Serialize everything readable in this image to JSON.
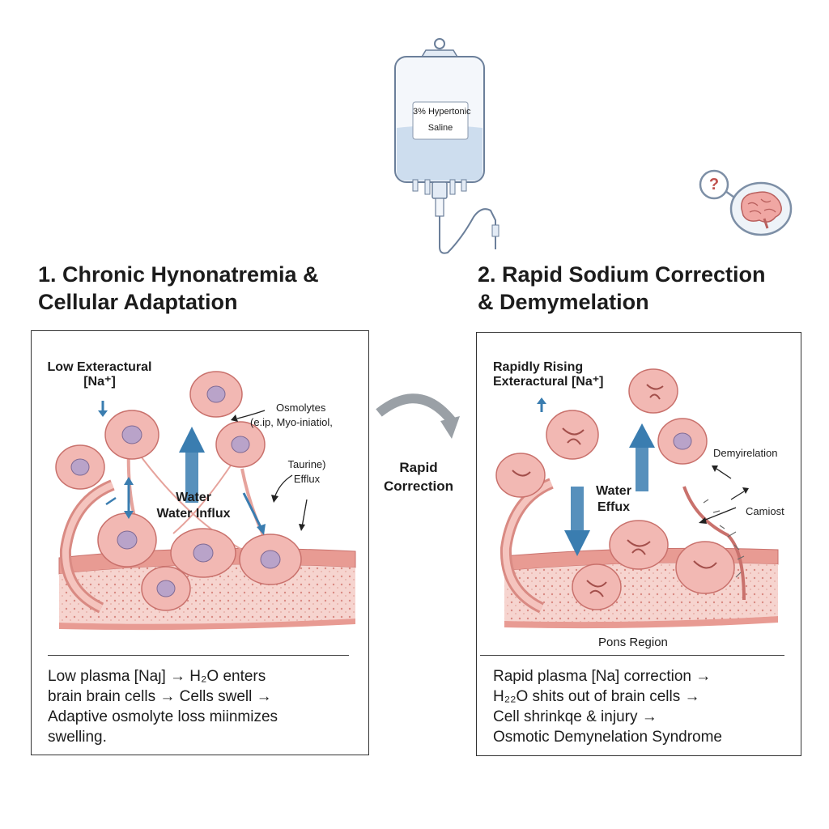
{
  "iv_bag": {
    "label_line1": "3% Hypertonic",
    "label_line2": "Saline"
  },
  "brain_icon": {
    "symbol": "?"
  },
  "panel1": {
    "heading_line1": "1. Chronic Hynonatremia &",
    "heading_line2": "Cellular Adaptation",
    "labels": {
      "low_na_line1": "Low Exteractural",
      "low_na_line2": "[Na⁺]",
      "osmolytes_line1": "Osmolytes",
      "osmolytes_line2": "(e.ip, Myo-iniatiol,",
      "taurine_line1": "Taurine)",
      "taurine_line2": "Efflux",
      "water_line1": "Water",
      "water_line2": "Water Influx"
    },
    "caption_lines": [
      "Low plasma [Naȷ] → H₂O enters",
      "brain brain cells → Cells swell →",
      "Adaptive osmolyte loss miinmizes",
      "swelling."
    ]
  },
  "transition": {
    "line1": "Rapid",
    "line2": "Correction"
  },
  "panel2": {
    "heading_line1": "2. Rapid Sodium Correction",
    "heading_line2": "& Demymelation",
    "labels": {
      "rising_line1": "Rapidly Rising",
      "rising_line2": "Exteractural [Na⁺]",
      "water_line1": "Water",
      "water_line2": "Effux",
      "demyelination": "Demyirelation",
      "camiost": "Camiost",
      "pons": "Pons Region"
    },
    "caption_lines": [
      "Rapid plasma [Na] correction →",
      "H₂₂O shits out of brain cells →",
      "Cell shrinkqe & injury →",
      "Osmotic Demynelation Syndrome"
    ]
  },
  "colors": {
    "cell_fill": "#f2b8b3",
    "cell_stroke": "#c9716c",
    "nucleus": "#b9a3c9",
    "arrow_blue": "#3a7db0",
    "tissue": "#f6d4cf",
    "bag_fluid": "#c9d9ec"
  }
}
